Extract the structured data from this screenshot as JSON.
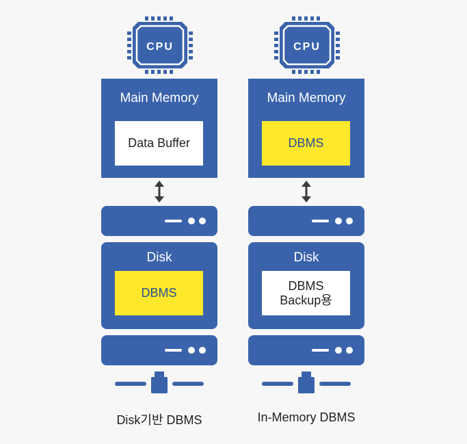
{
  "colors": {
    "background": "#f7f7f7",
    "block": "#3a63ab",
    "highlight": "#fde82b",
    "highlight_text": "#2c4f94"
  },
  "left": {
    "cpu_label": "CPU",
    "memory_title": "Main Memory",
    "memory_content": "Data Buffer",
    "disk_title": "Disk",
    "disk_content": "DBMS",
    "caption": "Disk기반 DBMS"
  },
  "right": {
    "cpu_label": "CPU",
    "memory_title": "Main Memory",
    "memory_content": "DBMS",
    "disk_title": "Disk",
    "disk_content_line1": "DBMS",
    "disk_content_line2": "Backup용",
    "caption": "In-Memory DBMS"
  },
  "icons": [
    "cpu-chip-icon",
    "double-arrow-icon",
    "network-connector-icon"
  ]
}
